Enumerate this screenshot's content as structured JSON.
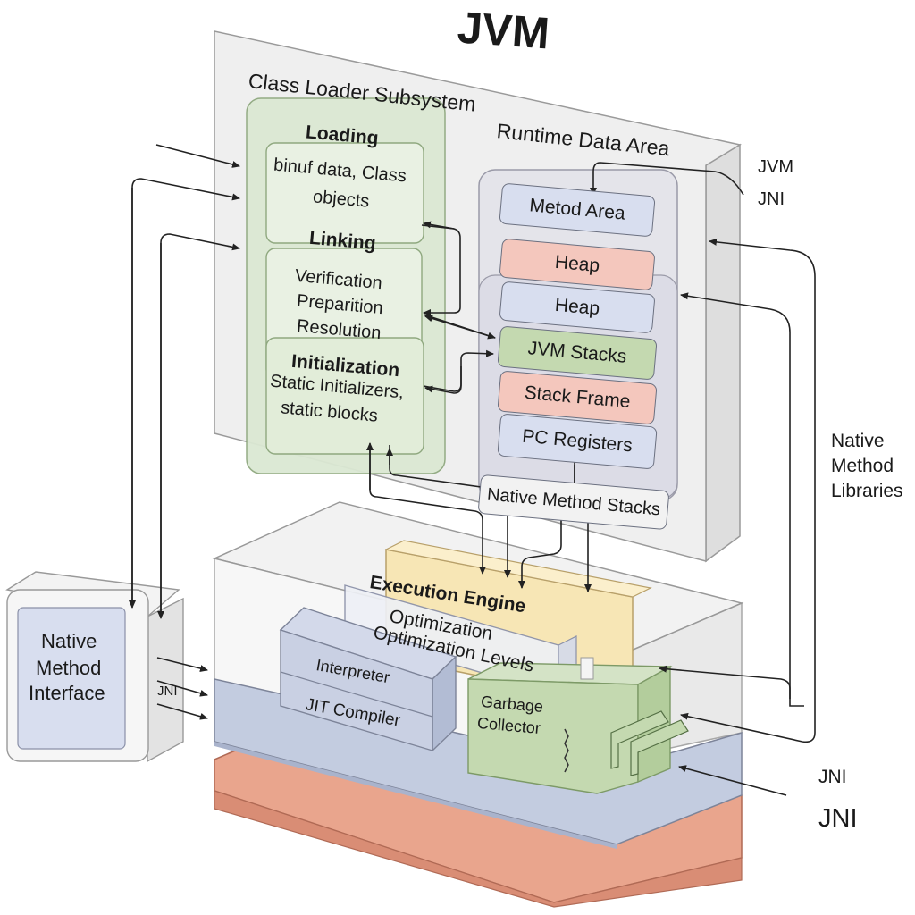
{
  "title": "JVM",
  "class_loader": {
    "title": "Class Loader Subsystem",
    "loading": {
      "heading": "Loading",
      "detail_line1": "binuf data, Class",
      "detail_line2": "objects"
    },
    "linking": {
      "heading": "Linking",
      "step1": "Verification",
      "step2": "Preparition",
      "step3": "Resolution"
    },
    "initialization": {
      "heading": "Initialization",
      "detail_line1": "Static Initializers,",
      "detail_line2": "static blocks"
    }
  },
  "runtime_data_area": {
    "title": "Runtime Data Area",
    "method_area": "Metod Area",
    "heap_1": "Heap",
    "heap_2": "Heap",
    "jvm_stacks": "JVM Stacks",
    "stack_frame": "Stack Frame",
    "pc_registers": "PC Registers",
    "native_method_stacks": "Native Method Stacks"
  },
  "execution_engine": {
    "title": "Execution Engine",
    "optimization": "Optimization",
    "optimization_levels": "Optimization Levels",
    "interpreter": "Interpreter",
    "jit_compiler": "JIT Compiler",
    "garbage_collector_line1": "Garbage",
    "garbage_collector_line2": "Collector"
  },
  "native_method_interface": {
    "line1": "Native",
    "line2": "Method",
    "line3": "Interface",
    "jni": "JNI"
  },
  "side_labels": {
    "jvm_top": "JVM",
    "jni_top": "JNI",
    "native_method_libraries_line1": "Native",
    "native_method_libraries_line2": "Method",
    "native_method_libraries_line3": "Libraries",
    "jni_bottom_small": "JNI",
    "jni_bottom_large": "JNI"
  },
  "colors": {
    "green_fill": "#dbe8d3",
    "green_dark": "#c4d9b0",
    "blue_fill": "#d8deef",
    "salmon_fill": "#f4c7bd",
    "yellow_fill": "#f7e6b5",
    "gray_panel": "#efefef",
    "base_blue": "#c3cce0",
    "base_salmon": "#e9a58d"
  }
}
